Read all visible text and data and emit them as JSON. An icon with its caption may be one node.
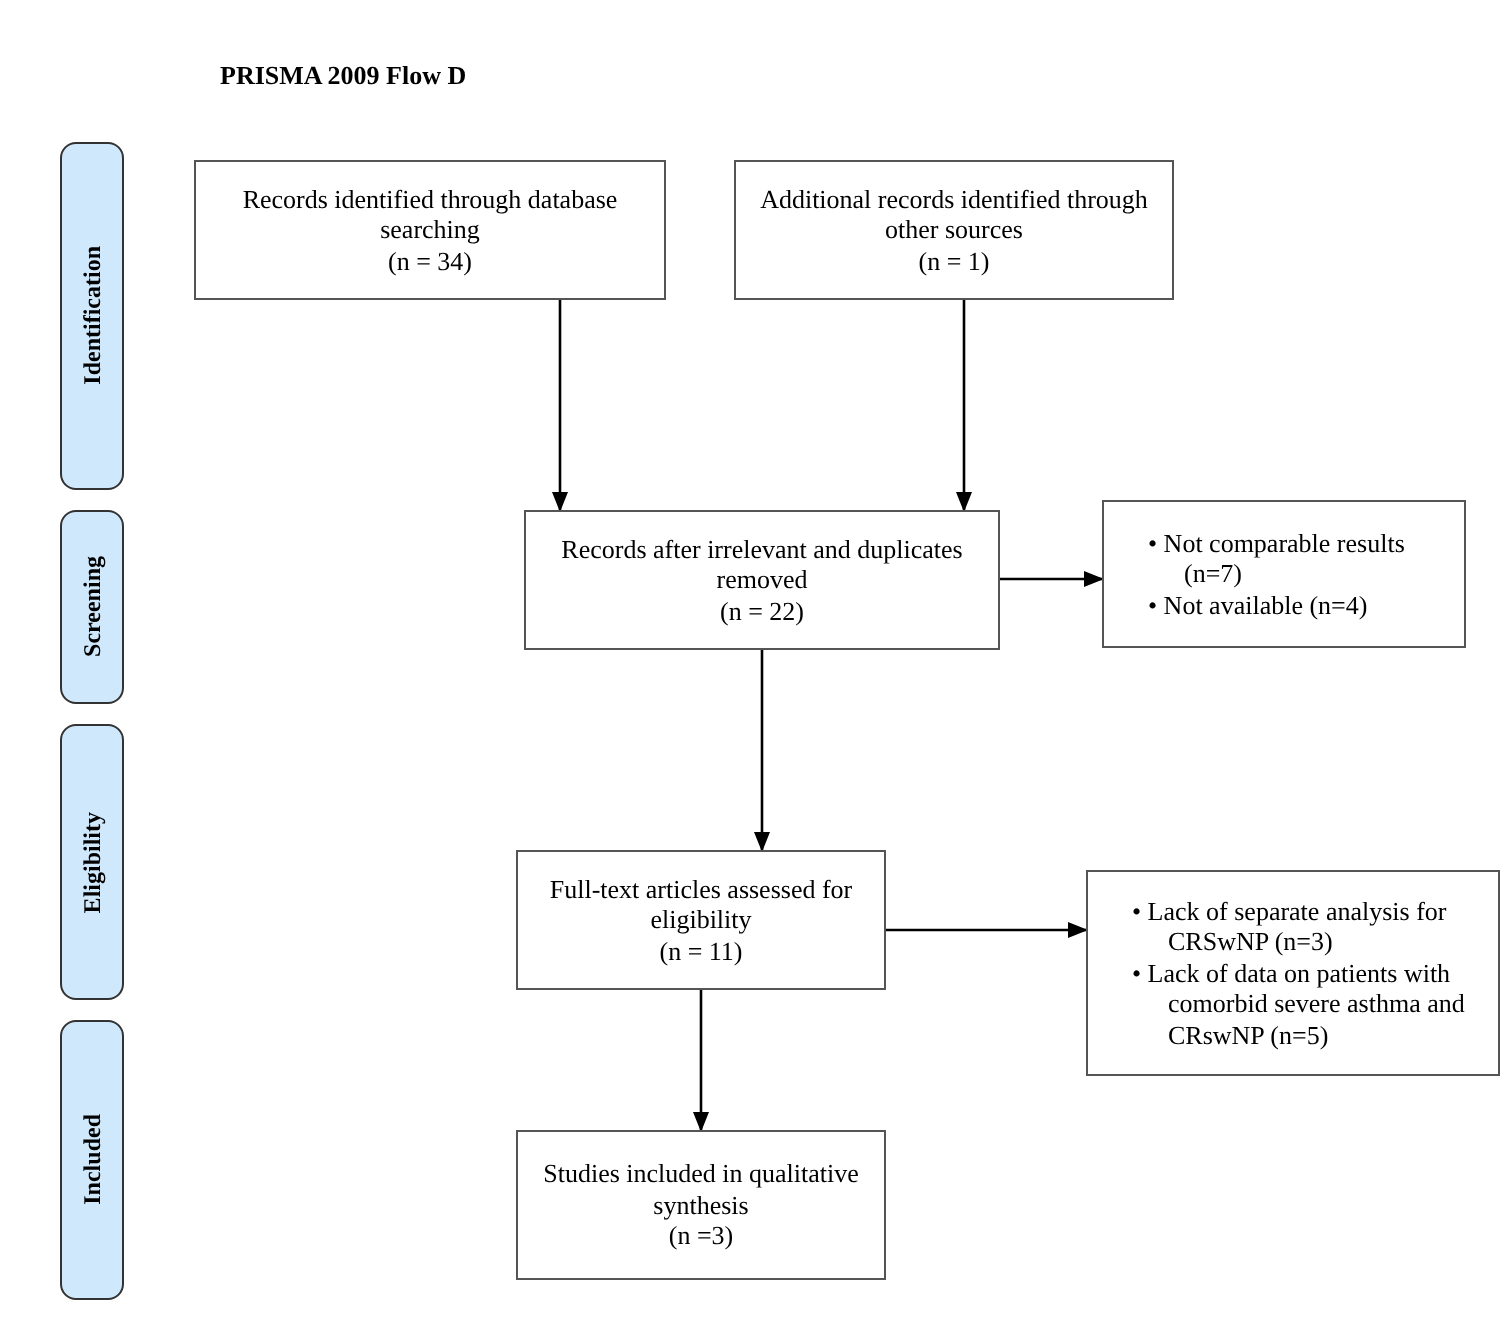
{
  "diagram": {
    "title": "PRISMA 2009 Flow D",
    "nodes": [
      {
        "text": [
          "Identification"
        ]
      },
      {
        "text": [
          "Screening"
        ]
      },
      {
        "text": [
          "Eligibility"
        ]
      },
      {
        "text": [
          "Included"
        ]
      },
      {
        "text": [
          "Records identified through database searching",
          "(n = 34)"
        ]
      },
      {
        "text": [
          "Additional records identified through other sources",
          "(n = 1)"
        ]
      },
      {
        "text": [
          "Records after irrelevant and duplicates removed",
          "(n = 22)"
        ]
      },
      {
        "text": [
          "• Not comparable results (n=7)",
          "• Not available (n=4)"
        ]
      },
      {
        "text": [
          "Full-text articles assessed for eligibility",
          "(n = 11)"
        ]
      },
      {
        "text": [
          "• Lack of separate analysis for CRSwNP (n=3)",
          "• Lack of data on patients with comorbid severe asthma and CRswNP (n=5)"
        ]
      },
      {
        "text": [
          "Studies included in qualitative synthesis",
          "(n =3)"
        ]
      }
    ],
    "edges": [
      {
        "from": 4,
        "to": 6,
        "arrow": "to"
      },
      {
        "from": 5,
        "to": 6,
        "arrow": "to"
      },
      {
        "from": 6,
        "to": 7,
        "arrow": "to"
      },
      {
        "from": 6,
        "to": 8,
        "arrow": "to"
      },
      {
        "from": 8,
        "to": 9,
        "arrow": "to"
      },
      {
        "from": 8,
        "to": 10,
        "arrow": "to"
      }
    ]
  }
}
